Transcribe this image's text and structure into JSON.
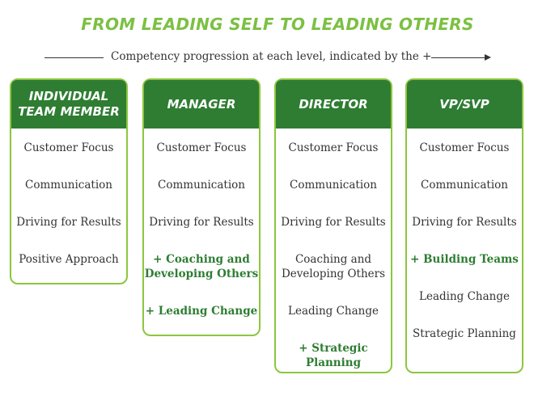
{
  "title": "FROM LEADING SELF TO LEADING OTHERS",
  "subtitle": "Competency progression at each level, indicated by the +",
  "columns": [
    {
      "header_line1": "INDIVIDUAL",
      "header_line2": "TEAM MEMBER",
      "items": [
        {
          "label": "Customer Focus",
          "added": false
        },
        {
          "label": "Communication",
          "added": false
        },
        {
          "label": "Driving for Results",
          "added": false
        },
        {
          "label": "Positive Approach",
          "added": false
        }
      ]
    },
    {
      "header_line1": "MANAGER",
      "header_line2": "",
      "items": [
        {
          "label": "Customer Focus",
          "added": false
        },
        {
          "label": "Communication",
          "added": false
        },
        {
          "label": "Driving for Results",
          "added": false
        },
        {
          "label": "+ Coaching and",
          "label2": "Developing Others",
          "added": true
        },
        {
          "label": "+ Leading Change",
          "added": true
        }
      ]
    },
    {
      "header_line1": "DIRECTOR",
      "header_line2": "",
      "items": [
        {
          "label": "Customer Focus",
          "added": false
        },
        {
          "label": "Communication",
          "added": false
        },
        {
          "label": "Driving for Results",
          "added": false
        },
        {
          "label": "Coaching and",
          "label2": "Developing Others",
          "added": false
        },
        {
          "label": "Leading Change",
          "added": false
        },
        {
          "label": "+ Strategic Planning",
          "added": true
        }
      ]
    },
    {
      "header_line1": "VP/SVP",
      "header_line2": "",
      "items": [
        {
          "label": "Customer Focus",
          "added": false
        },
        {
          "label": "Communication",
          "added": false
        },
        {
          "label": "Driving for Results",
          "added": false
        },
        {
          "label": "+ Building Teams",
          "added": true
        },
        {
          "label": "Leading Change",
          "added": false
        },
        {
          "label": "Strategic Planning",
          "added": false
        }
      ]
    }
  ]
}
